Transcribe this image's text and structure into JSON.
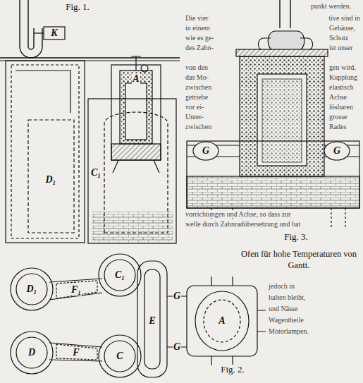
{
  "diagram": {
    "caption": "Ofen für hohe Temperaturen von Gantt.",
    "labels": [
      "Fig. 1.",
      "K",
      "A",
      "D₁",
      "C₁",
      "Fig. 3.",
      "G",
      "G",
      "Fig. 2.",
      "D₁",
      "F₁",
      "C₁",
      "E",
      "A",
      "D",
      "F",
      "C",
      "G",
      "G",
      "punkt werden.",
      "Die vier",
      "in einem",
      "wie es ge-",
      "des Zahn-",
      "von den",
      "das Mo-",
      "zwischen",
      "getriebe",
      "vor ei-",
      "Unter-",
      "zwischen",
      "tive sind in",
      "Gehäuse,",
      "Schutz",
      "ist unser",
      "gen wird,",
      "Kupplung",
      "elastisch",
      "Achse",
      "lösbaren",
      "grosse",
      "Rades",
      "vorrichtungen und Achse, so dass zur",
      "welle durch Zahnradübersetzung und hat",
      "jedoch in",
      "halten bleibt,",
      "und Nässe",
      "Wagentheile",
      "Motorlampen."
    ]
  }
}
